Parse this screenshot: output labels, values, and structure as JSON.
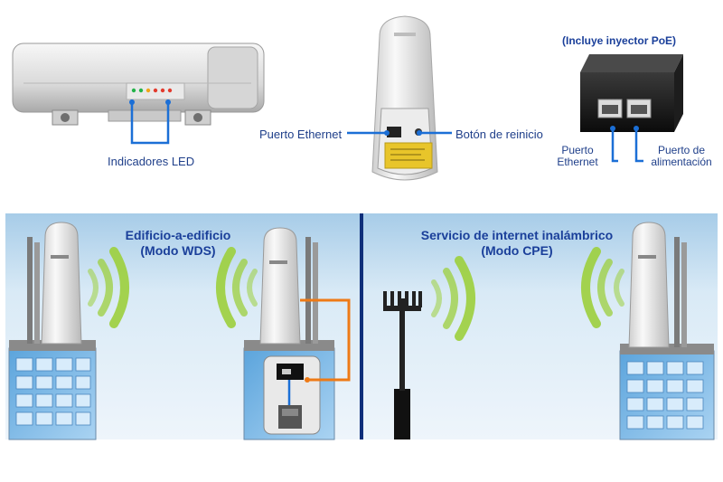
{
  "top": {
    "led_label": "Indicadores LED",
    "ethernet_label": "Puerto Ethernet",
    "reset_label": "Botón de reinicio",
    "poe_header": "(Incluye inyector PoE)",
    "poe_ethernet_label_1": "Puerto",
    "poe_ethernet_label_2": "Ethernet",
    "poe_power_label_1": "Puerto de",
    "poe_power_label_2": "alimentación"
  },
  "bottom": {
    "wds_title_1": "Edificio-a-edificio",
    "wds_title_2": "(Modo WDS)",
    "cpe_title_1": "Servicio de internet inalámbrico",
    "cpe_title_2": "(Modo CPE)"
  },
  "colors": {
    "label_blue": "#1f3f8a",
    "connector_blue": "#1b6fd6",
    "orange_cable": "#ee7a16",
    "signal_green": "#9ccf3c",
    "panel_sky": "#cfe3f1",
    "divider": "#0f2f7a"
  }
}
